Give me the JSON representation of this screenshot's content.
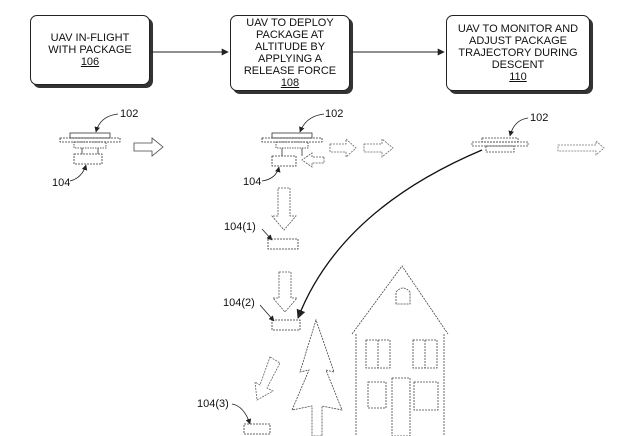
{
  "steps": [
    {
      "text": "UAV IN-FLIGHT WITH PACKAGE",
      "ref": "106"
    },
    {
      "text": "UAV TO DEPLOY PACKAGE AT ALTITUDE BY APPLYING A RELEASE FORCE",
      "ref": "108"
    },
    {
      "text": "UAV TO MONITOR AND ADJUST PACKAGE TRAJECTORY DURING DESCENT",
      "ref": "110"
    }
  ],
  "labels": {
    "uav_1": "102",
    "uav_2": "102",
    "uav_3": "102",
    "package_1": "104",
    "package_2": "104",
    "pkg_104_1": "104(1)",
    "pkg_104_2": "104(2)",
    "pkg_104_3": "104(3)"
  }
}
